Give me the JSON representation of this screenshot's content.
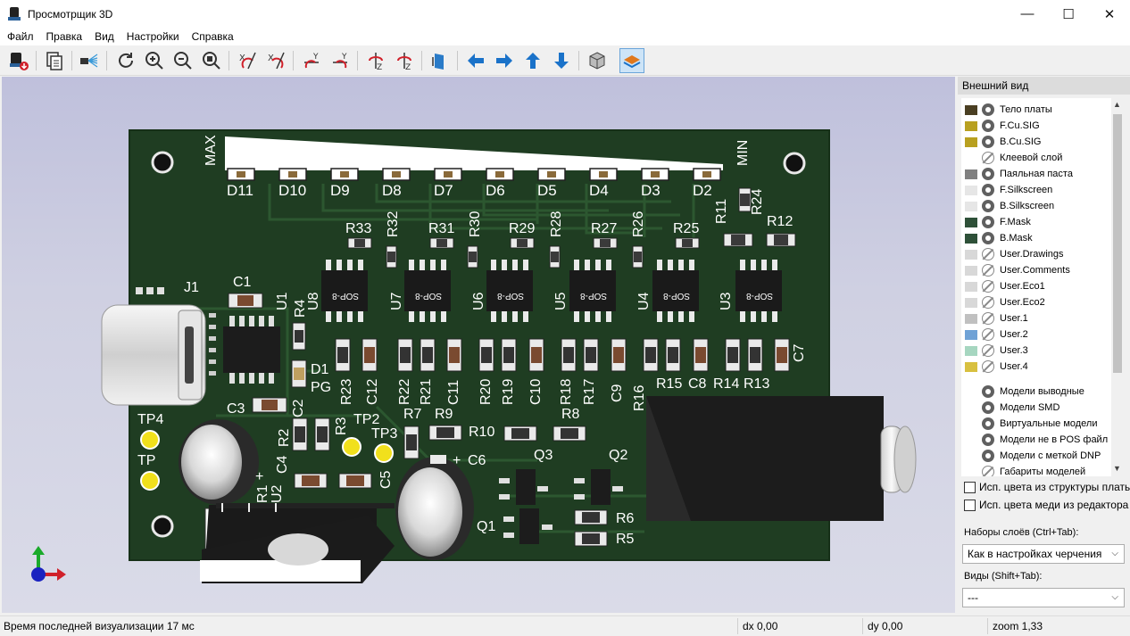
{
  "window": {
    "title": "Просмотрщик 3D",
    "controls": {
      "minimize": "—",
      "maximize": "☐",
      "close": "✕"
    }
  },
  "menu": [
    "Файл",
    "Правка",
    "Вид",
    "Настройки",
    "Справка"
  ],
  "toolbar": {
    "active_tool": "render-appearance",
    "icons": [
      "export-image-icon",
      "copy-clipboard-icon",
      "raytrace-icon",
      "reload-icon",
      "zoom-in-icon",
      "zoom-out-icon",
      "zoom-fit-icon",
      "rotate-x-cw-icon",
      "rotate-x-ccw-icon",
      "rotate-y-cw-icon",
      "rotate-y-ccw-icon",
      "rotate-z-cw-icon",
      "rotate-z-ccw-icon",
      "flip-board-icon",
      "pan-left-icon",
      "pan-right-icon",
      "pan-up-icon",
      "pan-down-icon",
      "ortho-icon",
      "layers-icon"
    ]
  },
  "board": {
    "labels": [
      "MAX",
      "MIN",
      "J1",
      "C1",
      "U1",
      "R4",
      "D1",
      "PG",
      "C2",
      "C3",
      "R2",
      "R3",
      "TP2",
      "TP3",
      "TP4",
      "TP",
      "C4",
      "R1",
      "U2",
      "C5",
      "R7",
      "R9",
      "R10",
      "R8",
      "C6",
      "Q3",
      "Q2",
      "Q1",
      "R6",
      "R5",
      "R33",
      "R32",
      "R31",
      "R30",
      "R29",
      "R28",
      "R27",
      "R26",
      "R25",
      "R11",
      "R24",
      "R12",
      "U8",
      "U7",
      "U6",
      "U5",
      "U4",
      "U3",
      "R23",
      "C12",
      "R22",
      "R21",
      "C11",
      "R20",
      "R19",
      "C10",
      "R18",
      "R17",
      "C9",
      "R16",
      "R15",
      "C8",
      "R14",
      "R13",
      "C7",
      "+",
      "+"
    ],
    "leds": [
      "D11",
      "D10",
      "D9",
      "D8",
      "D7",
      "D6",
      "D5",
      "D4",
      "D3",
      "D2"
    ],
    "chip_label": "SOP-8"
  },
  "panel": {
    "title": "Внешний вид",
    "layers": [
      {
        "name": "Тело платы",
        "color": "#4a3f22",
        "visible": true
      },
      {
        "name": "F.Cu.SIG",
        "color": "#b8a020",
        "visible": true
      },
      {
        "name": "B.Cu.SIG",
        "color": "#b8a020",
        "visible": true
      },
      {
        "name": "Клеевой слой",
        "color": "",
        "visible": false
      },
      {
        "name": "Паяльная паста",
        "color": "#808080",
        "visible": true
      },
      {
        "name": "F.Silkscreen",
        "color": "#e6e6e6",
        "visible": true
      },
      {
        "name": "B.Silkscreen",
        "color": "#e6e6e6",
        "visible": true
      },
      {
        "name": "F.Mask",
        "color": "#2e5038",
        "visible": true
      },
      {
        "name": "B.Mask",
        "color": "#2e5038",
        "visible": true
      },
      {
        "name": "User.Drawings",
        "color": "#d8d8d8",
        "visible": false
      },
      {
        "name": "User.Comments",
        "color": "#d8d8d8",
        "visible": false
      },
      {
        "name": "User.Eco1",
        "color": "#d8d8d8",
        "visible": false
      },
      {
        "name": "User.Eco2",
        "color": "#d8d8d8",
        "visible": false
      },
      {
        "name": "User.1",
        "color": "#c0c0c0",
        "visible": false
      },
      {
        "name": "User.2",
        "color": "#6fa2d6",
        "visible": false
      },
      {
        "name": "User.3",
        "color": "#a6d6c0",
        "visible": false
      },
      {
        "name": "User.4",
        "color": "#d8c040",
        "visible": false
      }
    ],
    "models": [
      {
        "name": "Модели выводные",
        "visible": true
      },
      {
        "name": "Модели SMD",
        "visible": true
      },
      {
        "name": "Виртуальные модели",
        "visible": true
      },
      {
        "name": "Модели не в POS файл",
        "visible": true
      },
      {
        "name": "Модели с меткой DNP",
        "visible": true
      },
      {
        "name": "Габариты моделей",
        "visible": false
      }
    ],
    "checkbox_board_colors": "Исп. цвета из структуры платы",
    "checkbox_copper_colors": "Исп. цвета меди из редактора",
    "layer_presets_label": "Наборы слоёв (Ctrl+Tab):",
    "layer_presets_value": "Как в настройках черчения",
    "views_label": "Виды (Shift+Tab):",
    "views_value": "---"
  },
  "status": {
    "message": "Время последней визуализации 17 мс",
    "dx": "dx 0,00",
    "dy": "dy 0,00",
    "zoom": "zoom 1,33"
  }
}
